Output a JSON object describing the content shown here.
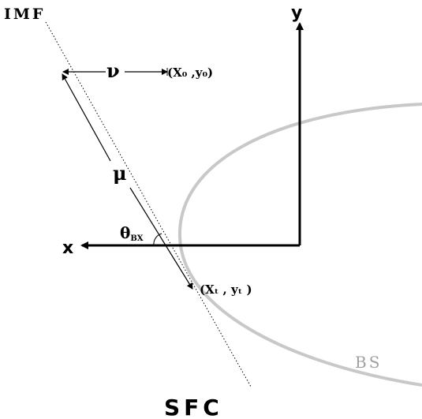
{
  "labels": {
    "imf": "IMF",
    "sfc": "SFC",
    "x_axis": "x",
    "y_axis": "y",
    "nu": "ν",
    "mu": "μ",
    "theta": "θ",
    "theta_sub": "BX",
    "origin_point": "(X₀ ,y₀)",
    "target_point": "(Xₜ , yₜ )",
    "bs": "BS"
  },
  "colors": {
    "ink": "#000000",
    "bow_shock": "#c8c8c8",
    "bs_label": "#a0a0a0"
  }
}
